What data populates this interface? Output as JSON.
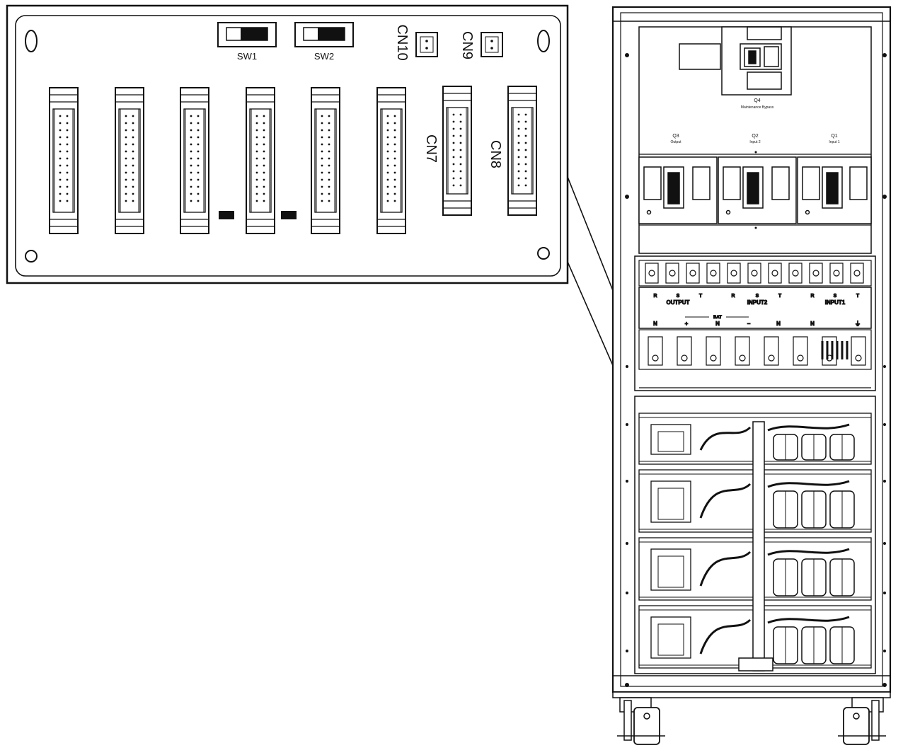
{
  "board": {
    "switches": [
      {
        "label": "SW1"
      },
      {
        "label": "SW2"
      }
    ],
    "small_connectors": [
      {
        "label": "CN10"
      },
      {
        "label": "CN9"
      }
    ],
    "ribbon_connector_labels": {
      "cn7": "CN7",
      "cn8": "CN8"
    },
    "ribbon_connector_count": 8
  },
  "cabinet": {
    "breakers": {
      "q4": {
        "label": "Q4",
        "sublabel": "Maintenance Bypass"
      },
      "q3": {
        "label": "Q3",
        "sublabel": "Output"
      },
      "q2": {
        "label": "Q2",
        "sublabel": "Input 2"
      },
      "q1": {
        "label": "Q1",
        "sublabel": "Input 1"
      }
    },
    "terminal_block": {
      "group_labels": [
        "OUTPUT",
        "INPUT2",
        "INPUT1"
      ],
      "phase_labels": [
        "R",
        "S",
        "T"
      ],
      "bat_label": "BAT",
      "bottom_labels": [
        "N",
        "+",
        "N",
        "−",
        "N",
        "N",
        "⏚"
      ]
    }
  }
}
